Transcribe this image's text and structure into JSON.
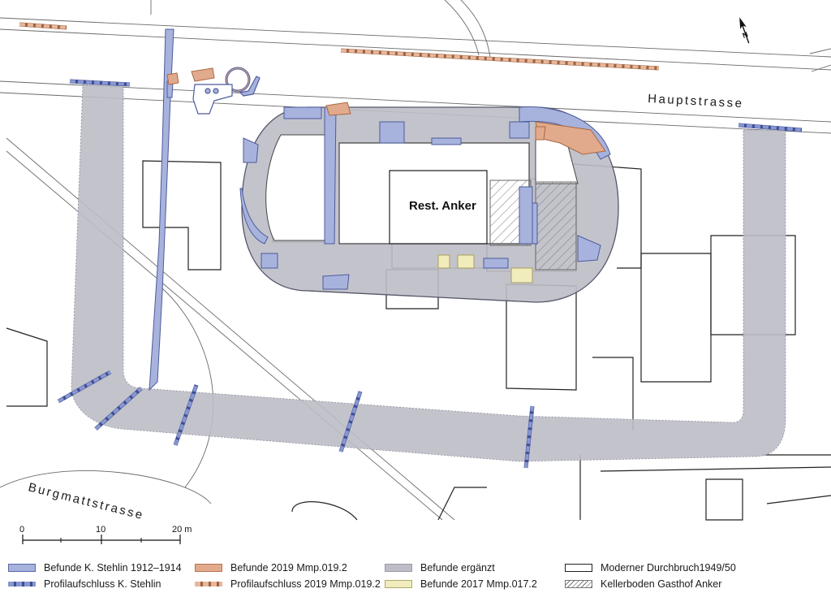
{
  "map": {
    "streets": {
      "hauptstrasse": "Hauptstrasse",
      "burgmattstrasse": "Burgmattstrasse"
    },
    "building_label": "Rest. Anker",
    "north_arrow": "north-arrow-icon",
    "scale": {
      "ticks": [
        "0",
        "10",
        "20 m"
      ]
    }
  },
  "legend": {
    "items": [
      {
        "id": "stehlin",
        "label": "Befunde K. Stehlin 1912–1914",
        "color": "#a7b3dd"
      },
      {
        "id": "stehlin_profile",
        "label": "Profilaufschluss K. Stehlin",
        "color": "#3f4e96"
      },
      {
        "id": "mmp2019",
        "label": "Befunde 2019 Mmp.019.2",
        "color": "#e2aa8c"
      },
      {
        "id": "mmp2019_profile",
        "label": "Profilaufschluss 2019 Mmp.019.2",
        "color": "#a0623f"
      },
      {
        "id": "erganzt",
        "label": "Befunde ergänzt",
        "color": "#bcbdc7"
      },
      {
        "id": "mmp2017",
        "label": "Befunde 2017 Mmp.017.2",
        "color": "#f0ecbc"
      },
      {
        "id": "durchbruch",
        "label": "Moderner Durchbruch1949/50",
        "color": "#ffffff"
      },
      {
        "id": "kellerboden",
        "label": "Kellerboden Gasthof Anker",
        "color": "hatch"
      }
    ]
  }
}
